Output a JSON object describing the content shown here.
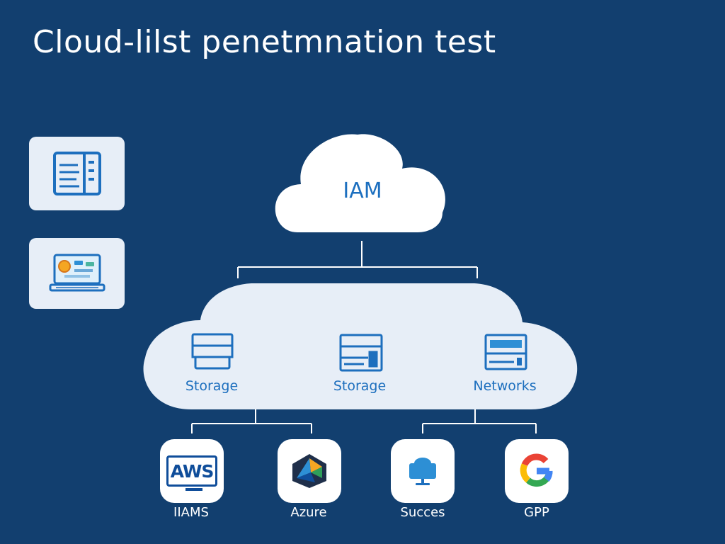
{
  "title": "Cloud-lilst penetmnation test",
  "top_node": {
    "label": "IAM"
  },
  "services": [
    {
      "label": "Storage",
      "icon": "storage-box-icon"
    },
    {
      "label": "Storage",
      "icon": "storage-rack-icon"
    },
    {
      "label": "Networks",
      "icon": "network-device-icon"
    }
  ],
  "providers": [
    {
      "label": "IIAMS",
      "icon_text": "AWS",
      "icon": "aws-icon"
    },
    {
      "label": "Azure",
      "icon": "azure-icon"
    },
    {
      "label": "Succes",
      "icon": "cloud-monitor-icon"
    },
    {
      "label": "GPP",
      "icon": "google-g-icon"
    }
  ],
  "side_cards": [
    {
      "icon": "server-panel-icon"
    },
    {
      "icon": "laptop-dashboard-icon"
    }
  ],
  "colors": {
    "background": "#123f6f",
    "cloud": "#e7eef7",
    "accent_blue": "#1d6fbe",
    "white": "#ffffff"
  }
}
